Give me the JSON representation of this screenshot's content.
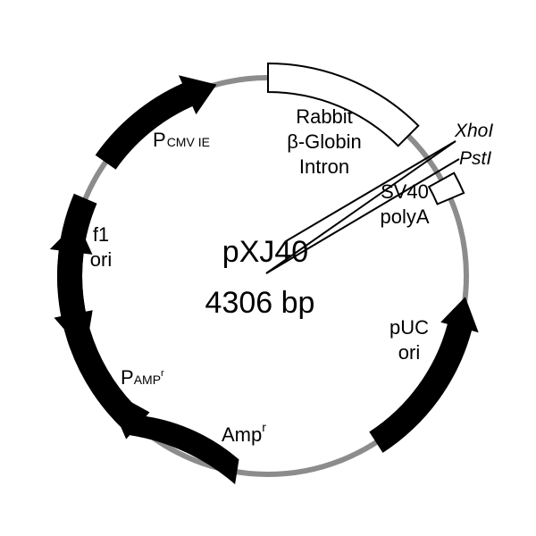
{
  "plasmid": {
    "name": "pXJ40",
    "size": "4306 bp"
  },
  "colors": {
    "backbone": "#8c8c8c",
    "feature_fill": "#000000",
    "open_feature_fill": "#ffffff",
    "text": "#000000"
  },
  "features": {
    "pcmv": {
      "main": "P",
      "sub": "CMV IE"
    },
    "intron": {
      "line1": "Rabbit",
      "line2": "β-Globin",
      "line3": "Intron"
    },
    "sv40": {
      "line1": "SV40",
      "line2": "polyA"
    },
    "puc": {
      "line1": "pUC",
      "line2": "ori"
    },
    "amp": {
      "main": "Amp",
      "sup": "r"
    },
    "pamp": {
      "main": "P",
      "sub": "AMP",
      "sup": "r"
    },
    "f1": {
      "line1": "f1",
      "line2": "ori"
    }
  },
  "sites": {
    "xhoi": "XhoI",
    "psti": "PstI"
  }
}
